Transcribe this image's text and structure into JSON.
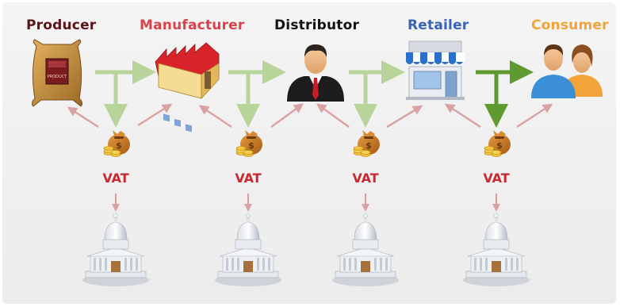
{
  "stages": [
    {
      "label": "Producer",
      "color": "#5b1419",
      "icon": "producer-sack-icon"
    },
    {
      "label": "Manufacturer",
      "color": "#d9434b",
      "icon": "factory-icon"
    },
    {
      "label": "Distributor",
      "color": "#111111",
      "icon": "businessman-icon"
    },
    {
      "label": "Retailer",
      "color": "#3a62b6",
      "icon": "shop-icon"
    },
    {
      "label": "Consumer",
      "color": "#f2a33a",
      "icon": "consumers-icon"
    }
  ],
  "product_tag": "PRODUCT",
  "tax": [
    {
      "label": "VAT",
      "icon": "money-bag-icon",
      "building_icon": "government-building-icon"
    },
    {
      "label": "VAT",
      "icon": "money-bag-icon",
      "building_icon": "government-building-icon"
    },
    {
      "label": "VAT",
      "icon": "money-bag-icon",
      "building_icon": "government-building-icon"
    },
    {
      "label": "VAT",
      "icon": "money-bag-icon",
      "building_icon": "government-building-icon"
    }
  ],
  "colors": {
    "flow_arrow": "#b9d49a",
    "flow_arrow_last": "#5e9a2f",
    "return_arrow": "#d9a3a3",
    "vat_text": "#c8282e",
    "gov_arrow": "#d99b9b"
  }
}
